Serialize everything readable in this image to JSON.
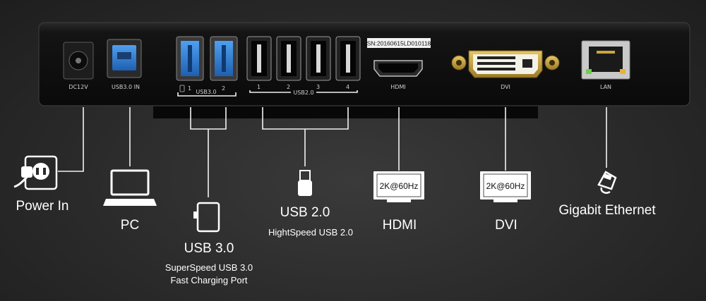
{
  "device": {
    "serial": "SN:20160615LD010118",
    "port_labels": {
      "dc": "DC12V",
      "usb3_in": "USB3.0 IN",
      "usb3_group": "USB3.0",
      "usb3_1": "1",
      "usb3_2": "2",
      "usb2_group": "USB2.0",
      "usb2_1": "1",
      "usb2_2": "2",
      "usb2_3": "3",
      "usb2_4": "4",
      "hdmi": "HDMI",
      "dvi": "DVI",
      "lan": "LAN"
    }
  },
  "callouts": {
    "power": {
      "title": "Power In"
    },
    "pc": {
      "title": "PC"
    },
    "usb3": {
      "title": "USB 3.0",
      "line1": "SuperSpeed USB 3.0",
      "line2": "Fast Charging Port"
    },
    "usb2": {
      "title": "USB 2.0",
      "line1": "HightSpeed USB 2.0"
    },
    "hdmi": {
      "title": "HDMI",
      "screen": "2K@60Hz"
    },
    "dvi": {
      "title": "DVI",
      "screen": "2K@60Hz"
    },
    "lan": {
      "title": "Gigabit Ethernet"
    }
  },
  "colors": {
    "usb3_blue": "#2f7fd6",
    "gold": "#c9a640",
    "body": "#0f0f0f"
  }
}
